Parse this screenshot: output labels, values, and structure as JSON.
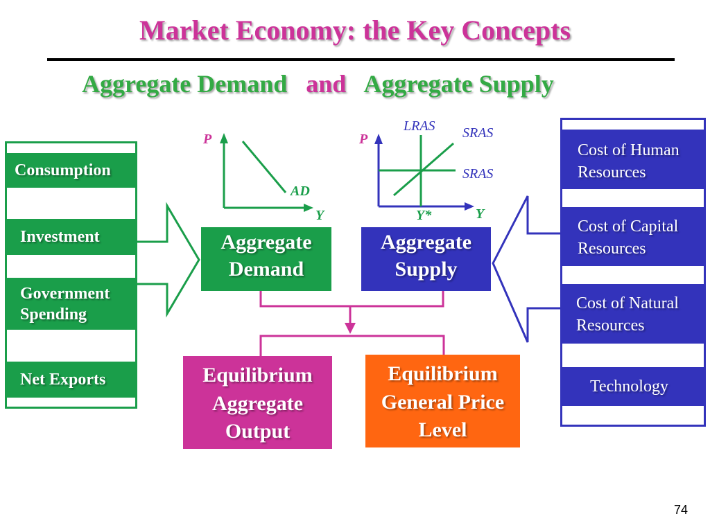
{
  "title": "Market Economy: the Key Concepts",
  "subtitle": {
    "left": "Aggregate Demand",
    "connector": "and",
    "right": "Aggregate Supply"
  },
  "demand_components": [
    "Consumption",
    "Investment",
    "Government Spending",
    "Net Exports"
  ],
  "supply_factors": [
    "Cost of Human Resources",
    "Cost of Capital Resources",
    "Cost of Natural Resources",
    "Technology"
  ],
  "ad_graph": {
    "p_label": "P",
    "y_label": "Y",
    "curve_label": "AD"
  },
  "as_graph": {
    "p_label": "P",
    "y_label": "Y",
    "lras_label": "LRAS",
    "sras_label_1": "SRAS",
    "sras_label_2": "SRAS",
    "ystar_label": "Y*"
  },
  "aggregate_demand": {
    "line1": "Aggregate",
    "line2": "Demand"
  },
  "aggregate_supply": {
    "line1": "Aggregate",
    "line2": "Supply"
  },
  "equilibrium_output": {
    "line1": "Equilibrium",
    "line2": "Aggregate",
    "line3": "Output"
  },
  "equilibrium_price": {
    "line1": "Equilibrium",
    "line2": "General Price",
    "line3": "Level"
  },
  "page_number": "74",
  "colors": {
    "title": "#cc3399",
    "green": "#1a9e4a",
    "blue": "#3333bb",
    "magenta": "#cc3399",
    "orange": "#ff6611"
  }
}
